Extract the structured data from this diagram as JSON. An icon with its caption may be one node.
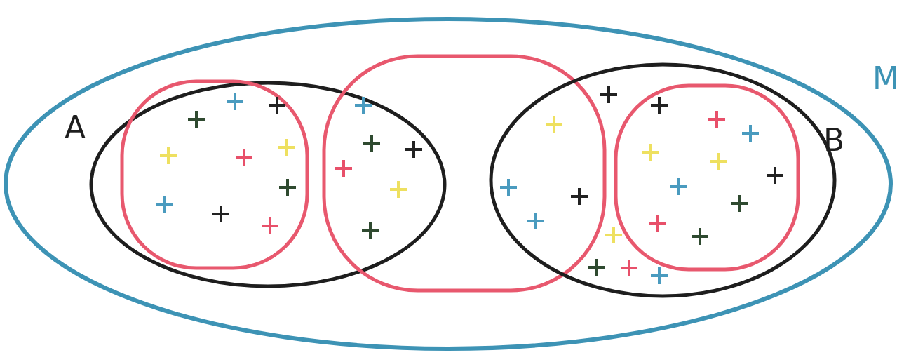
{
  "diagram": {
    "nodes": [
      {
        "text": [
          "M"
        ]
      },
      {
        "text": [
          "A"
        ],
        "in": 0
      },
      {
        "text": [],
        "shape": "oval",
        "in": 1
      },
      {
        "text": [],
        "shape": "oval",
        "in": 0
      },
      {
        "text": [
          "B"
        ],
        "in": 0
      },
      {
        "text": [],
        "shape": "oval",
        "in": 4
      }
    ]
  }
}
